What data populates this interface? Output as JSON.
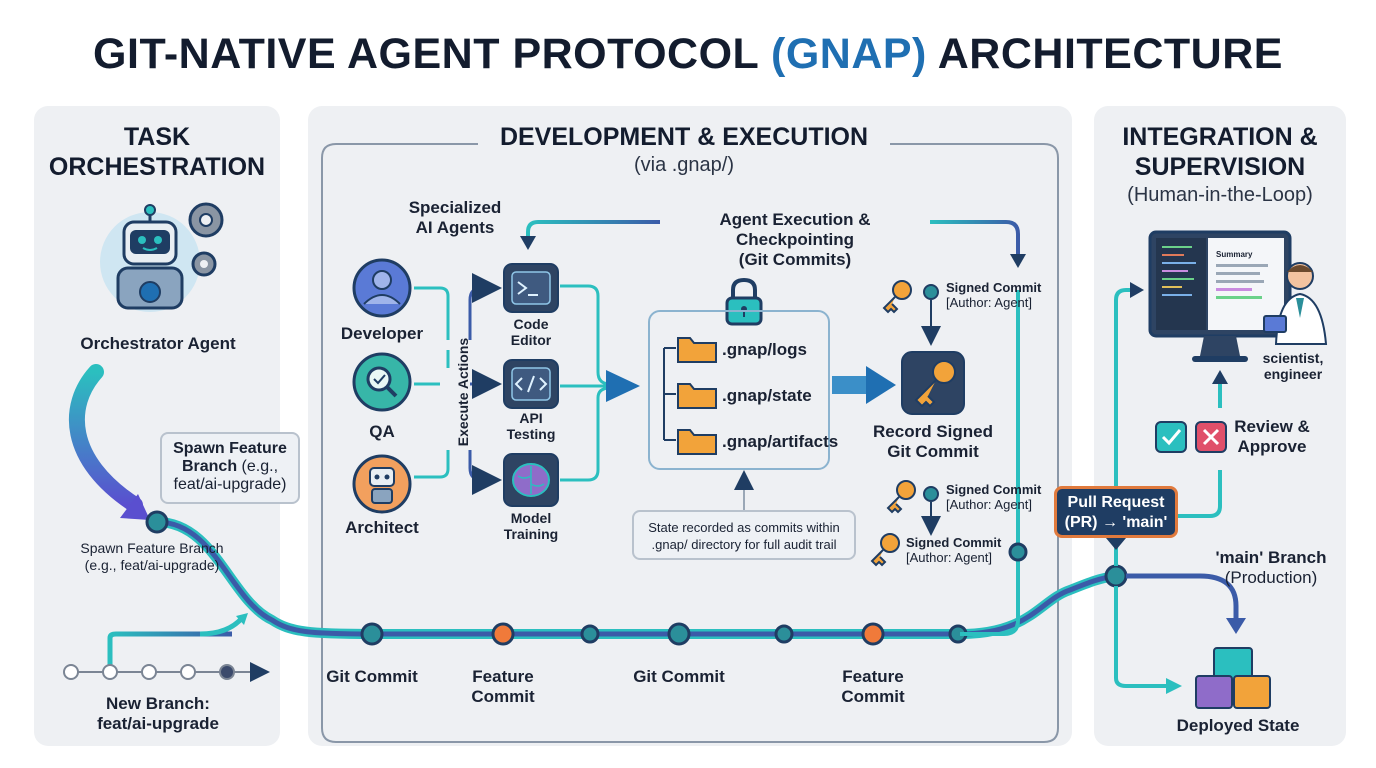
{
  "title": {
    "main": "GIT-NATIVE AGENT PROTOCOL",
    "highlight": "(GNAP)",
    "tail": "ARCHITECTURE"
  },
  "colors": {
    "highlight": "#1f6fb2",
    "pipeline": "#3b5ba8",
    "teal": "#2bbfbf",
    "orange": "#f07a3a",
    "navy": "#1f3d63"
  },
  "left": {
    "title_line1": "TASK",
    "title_line2": "ORCHESTRATION",
    "agent_label": "Orchestrator Agent",
    "callout_line1": "Spawn Feature",
    "callout_line2": "Branch",
    "callout_line3": "(e.g.,",
    "callout_line4": "feat/ai-upgrade)",
    "spawn_line1": "Spawn Feature Branch",
    "spawn_line2": "(e.g., feat/ai-upgrade)",
    "new_branch_line1": "New Branch:",
    "new_branch_line2": "feat/ai-upgrade"
  },
  "middle": {
    "title": "DEVELOPMENT & EXECUTION",
    "subtitle": "(via .gnap/)",
    "agents_heading_line1": "Specialized",
    "agents_heading_line2": "AI Agents",
    "checkpoint_line1": "Agent Execution & Checkpointing",
    "checkpoint_line2": "(Git Commits)",
    "execute_label": "Execute Actions",
    "agents": [
      {
        "label": "Developer",
        "icon": "developer-icon"
      },
      {
        "label": "QA",
        "icon": "magnifier-icon"
      },
      {
        "label": "Architect",
        "icon": "robot-icon"
      }
    ],
    "tools": [
      {
        "line1": "Code",
        "line2": "Editor",
        "icon": "terminal-icon"
      },
      {
        "line1": "API",
        "line2": "Testing",
        "icon": "code-icon"
      },
      {
        "line1": "Model",
        "line2": "Training",
        "icon": "brain-icon"
      }
    ],
    "folders": [
      ".gnap/logs",
      ".gnap/state",
      ".gnap/artifacts"
    ],
    "state_note_line1": "State recorded as commits within",
    "state_note_line2": ".gnap/ directory for full audit trail",
    "record_line1": "Record Signed",
    "record_line2": "Git Commit",
    "signed_commits": [
      {
        "title": "Signed Commit",
        "author": "[Author: Agent]"
      },
      {
        "title": "Signed Commit",
        "author": "[Author: Agent]"
      },
      {
        "title": "Signed Commit",
        "author": "[Author: Agent]"
      }
    ],
    "timeline": [
      {
        "line1": "Git Commit",
        "line2": ""
      },
      {
        "line1": "Feature",
        "line2": "Commit"
      },
      {
        "line1": "Git Commit",
        "line2": ""
      },
      {
        "line1": "Feature",
        "line2": "Commit"
      }
    ]
  },
  "right": {
    "title_line1": "INTEGRATION &",
    "title_line2": "SUPERVISION",
    "subtitle": "(Human-in-the-Loop)",
    "screen_summary": "Summary",
    "person_line1": "scientist,",
    "person_line2": "engineer",
    "review_line1": "Review &",
    "review_line2": "Approve",
    "pr_line1": "Pull Request",
    "pr_line2": "(PR) → 'main'",
    "main_line1": "'main' Branch",
    "main_line2": "(Production)",
    "deployed": "Deployed State"
  }
}
